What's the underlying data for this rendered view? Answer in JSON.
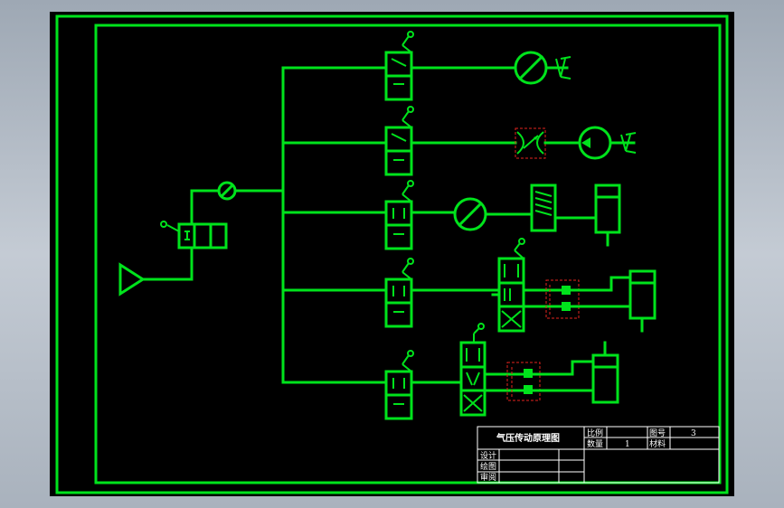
{
  "title_block": {
    "drawing_title": "气压传动原理图",
    "scale_label": "比例",
    "quantity_label": "数量",
    "quantity_value": "1",
    "drawing_no_label": "图号",
    "drawing_no_value": "3",
    "material_label": "材料",
    "designer_label": "设计",
    "drafter_label": "绘图",
    "reviewer_label": "审阅"
  },
  "colors": {
    "background": "#000000",
    "line": "#00e31c",
    "selection": "#e4231e",
    "title_block": "#ffffff"
  },
  "icons": [
    "air-source-icon",
    "shutoff-valve-icon",
    "filter-icon",
    "pneumatic-motor-icon",
    "throttle-valve-icon",
    "double-acting-cylinder-icon"
  ]
}
